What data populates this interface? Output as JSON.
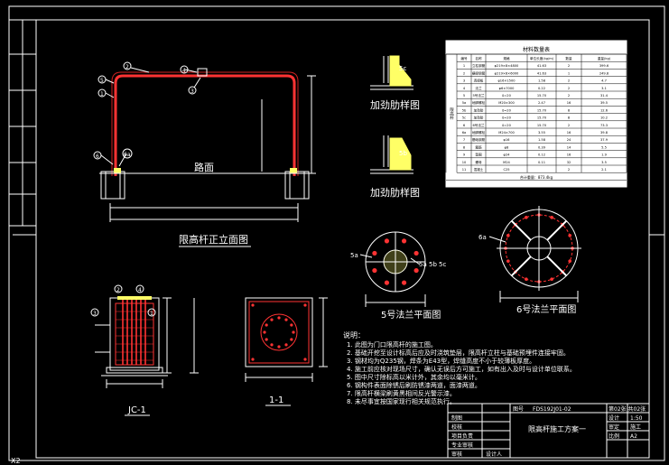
{
  "corner_label": "X2",
  "elevation": {
    "title": "限高杆正立面图",
    "road_label": "路面",
    "callouts": [
      "1",
      "2",
      "3",
      "4",
      "5",
      "6",
      "6a"
    ]
  },
  "stiffener": {
    "label1": "加劲肋样图",
    "label2": "加劲肋样图",
    "marks": [
      "5c",
      "5b"
    ]
  },
  "flange5": {
    "title": "5号法兰平面图",
    "callouts": [
      "5a",
      "5b",
      "5c"
    ]
  },
  "flange6": {
    "title": "6号法兰平面图",
    "callouts": [
      "6a"
    ]
  },
  "jc": {
    "title": "JC-1",
    "callouts": [
      "2",
      "4",
      "3",
      "1"
    ]
  },
  "section": {
    "title": "1-1"
  },
  "material_table": {
    "title": "材料数量表",
    "headers": [
      "编号",
      "名称",
      "规格",
      "单位长度(kg/m)",
      "数量",
      "重量(kg)"
    ],
    "side_label": "限高杆",
    "rows": [
      [
        "1",
        "立柱钢管",
        "φ219×8×4800",
        "41.63",
        "2",
        "399.6"
      ],
      [
        "2",
        "横梁钢管",
        "φ219×8×6000",
        "41.63",
        "1",
        "249.8"
      ],
      [
        "3",
        "连接板",
        "φ16×1500",
        "1.58",
        "2",
        "4.7"
      ],
      [
        "4",
        "法兰",
        "φ6×7000",
        "0.22",
        "2",
        "3.1"
      ],
      [
        "5",
        "5号法兰",
        "δ=20",
        "15.70",
        "2",
        "31.4"
      ],
      [
        "5a",
        "地脚螺栓",
        "M20×300",
        "2.47",
        "16",
        "39.5"
      ],
      [
        "5b",
        "加劲肋",
        "δ=20",
        "15.70",
        "8",
        "12.6"
      ],
      [
        "5c",
        "加劲肋",
        "δ=20",
        "15.70",
        "8",
        "10.2"
      ],
      [
        "6",
        "6号法兰",
        "δ=20",
        "15.70",
        "2",
        "73.3"
      ],
      [
        "6a",
        "地脚螺栓",
        "M24×700",
        "3.55",
        "16",
        "39.8"
      ],
      [
        "7",
        "基础钢筋",
        "φ16",
        "1.58",
        "24",
        "37.9"
      ],
      [
        "8",
        "箍筋",
        "φ8",
        "0.39",
        "14",
        "5.5"
      ],
      [
        "9",
        "垫圈",
        "φ24",
        "0.12",
        "16",
        "1.9"
      ],
      [
        "10",
        "螺母",
        "M24",
        "0.11",
        "32",
        "3.5"
      ],
      [
        "11",
        "混凝土",
        "C25",
        "",
        "2",
        "2.1"
      ]
    ],
    "total": "合计重量：873.4kg"
  },
  "notes": {
    "heading": "说明：",
    "items": [
      "1. 此图为门口限高杆的施工图。",
      "2. 基础开挖至设计标高后应及时浇筑垫层，限高杆立柱与基础预埋件连接牢固。",
      "3. 钢材均为Q235钢，焊条为E43型，焊缝高度不小于较薄板厚度。",
      "4. 施工前应核对现场尺寸，确认无误后方可施工，如有出入及时与设计单位联系。",
      "5. 图中尺寸除标高以米计外，其余均以毫米计。",
      "6. 钢构件表面除锈后刷防锈漆两道，面漆两道。",
      "7. 限高杆横梁刷黄黑相间反光警示漆。",
      "8. 未尽事宜按国家现行相关规范执行。"
    ]
  },
  "title_block": {
    "left_labels": [
      "制图",
      "校核",
      "项目负责",
      "专业审核",
      "审核",
      "设计人"
    ],
    "drawing_no_label": "图号",
    "drawing_no": "FDS192J01-02",
    "drawing_name": "限高杆施工方案一",
    "sheet": "第02张 共02张",
    "right_labels": [
      "设计",
      "审定",
      "比例"
    ],
    "right_values": [
      "1:50",
      "施工",
      "A2"
    ]
  }
}
